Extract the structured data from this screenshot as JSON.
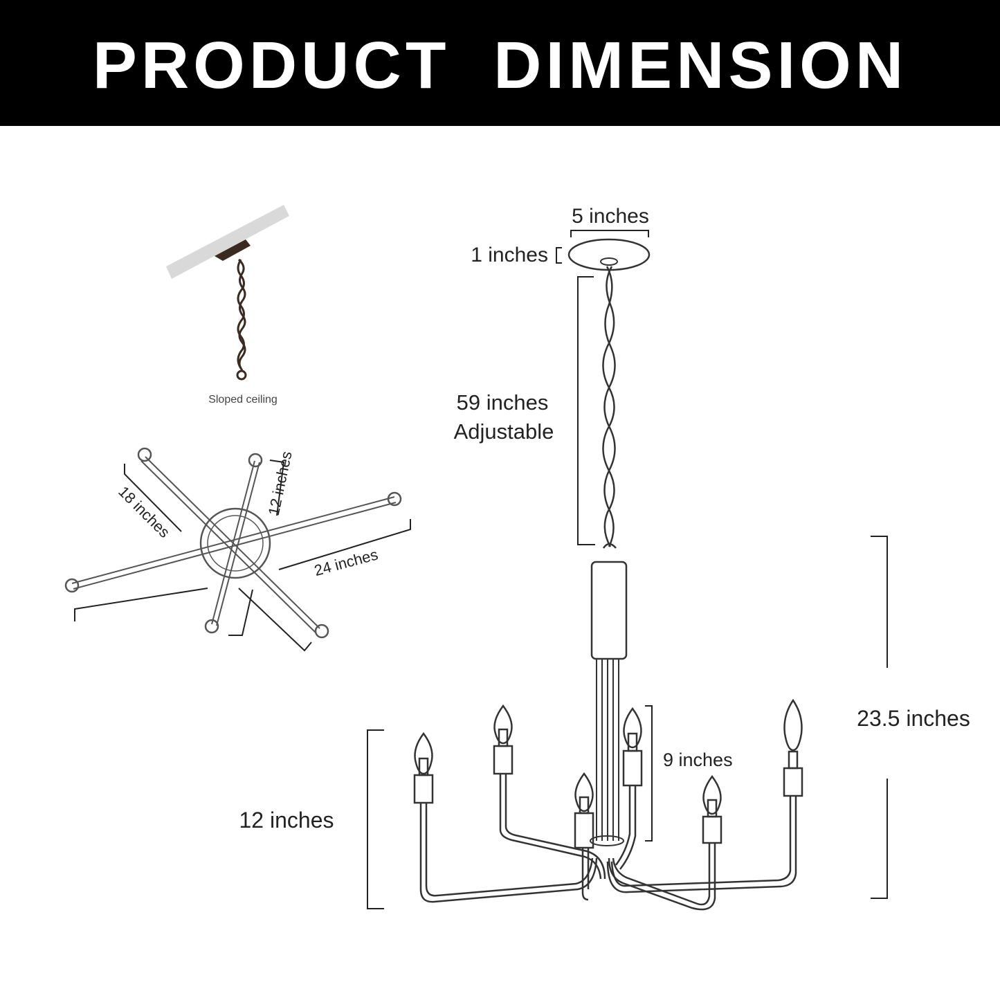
{
  "banner": {
    "title": "PRODUCT DIMENSION"
  },
  "sloped": {
    "caption": "Sloped ceiling"
  },
  "top_view": {
    "arm_label": "12 inches",
    "span_label": "18 inches",
    "width_label": "24 inches"
  },
  "side_view": {
    "canopy_width": "5 inches",
    "canopy_height": "1 inches",
    "chain_length_line1": "59 inches",
    "chain_length_line2": "Adjustable",
    "candle_height": "9 inches",
    "body_height": "23.5 inches",
    "arm_drop": "12 inches"
  },
  "colors": {
    "banner_bg": "#000000",
    "banner_text": "#ffffff",
    "line": "#333333"
  }
}
